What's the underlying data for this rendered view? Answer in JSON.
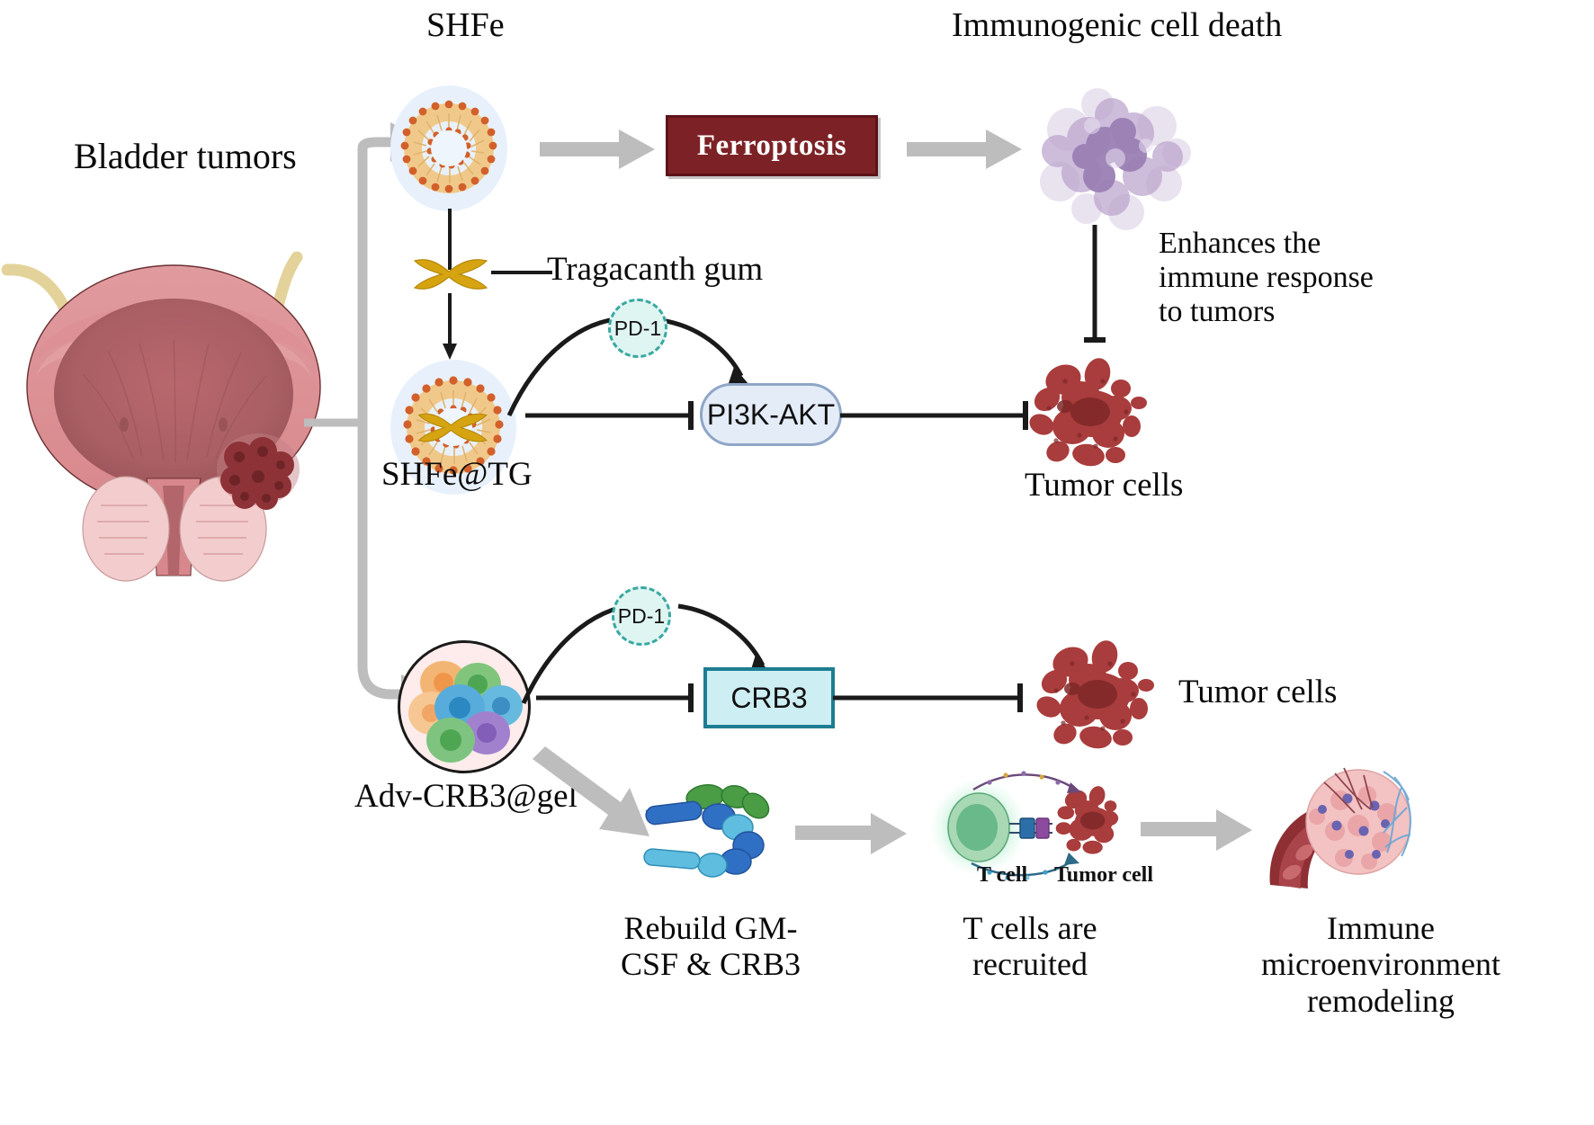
{
  "diagram": {
    "title": "Bladder tumor therapy mechanism schematic",
    "labels": {
      "bladder_tumors": "Bladder tumors",
      "shfe": "SHFe",
      "immunogenic_cell_death": "Immunogenic cell death",
      "ferroptosis": "Ferroptosis",
      "tragacanth_gum": "Tragacanth gum",
      "shfe_tg": "SHFe@TG",
      "pd1_top": "PD-1",
      "pd1_bottom": "PD-1",
      "pi3k_akt": "PI3K-AKT",
      "enhances_immune": "Enhances the\nimmune response\nto tumors",
      "tumor_cells_top": "Tumor cells",
      "adv_crb3_gel": "Adv-CRB3@gel",
      "crb3": "CRB3",
      "tumor_cells_bottom": "Tumor cells",
      "rebuild_gm_csf": "Rebuild GM-\nCSF & CRB3",
      "t_cells_recruited": "T cells are\nrecruited",
      "t_cell": "T cell",
      "tumor_cell": "Tumor cell",
      "immune_remodeling": "Immune\nmicroenvironment\nremodeling"
    },
    "colors": {
      "ferroptosis_fill": "#7c2226",
      "ferroptosis_border": "#5d1418",
      "ferroptosis_text": "#ffffff",
      "pi3k_fill": "#e4ecf8",
      "pi3k_border": "#8fa6c6",
      "crb3_fill": "#cdeef3",
      "crb3_border": "#1d7d92",
      "pd1_fill": "#dff5f2",
      "pd1_border": "#39a8a0",
      "gray_arrow": "#bdbdbd",
      "black_line": "#1a1a1a",
      "tumor_red": "#a93c3c",
      "tumor_red_dark": "#8d2f2f",
      "icd_purple": "#b9a3c9",
      "liposome_head": "#d2602a",
      "liposome_tail": "#f0c98a",
      "liposome_halo": "#e8f1fb",
      "tragacanth_gold": "#d6a411",
      "gel_halo": "#fdeceb",
      "tcell_green": "#69b98a",
      "bladder_pink": "#dd8a8d",
      "bladder_inner": "#b46a6e",
      "ureter_tan": "#e3d39a"
    },
    "flow": {
      "top_path": [
        "Bladder tumors",
        "SHFe",
        "Ferroptosis",
        "Immunogenic cell death",
        "Enhances the immune response to tumors",
        "Tumor cells"
      ],
      "middle_path": [
        "SHFe",
        "Tragacanth gum",
        "SHFe@TG",
        "PD-1",
        "PI3K-AKT",
        "Tumor cells"
      ],
      "bottom_path": [
        "Bladder tumors",
        "Adv-CRB3@gel",
        "PD-1",
        "CRB3",
        "Tumor cells"
      ],
      "bottom_row": [
        "Adv-CRB3@gel",
        "Rebuild GM-CSF & CRB3",
        "T cells are recruited",
        "Immune microenvironment remodeling"
      ]
    }
  }
}
